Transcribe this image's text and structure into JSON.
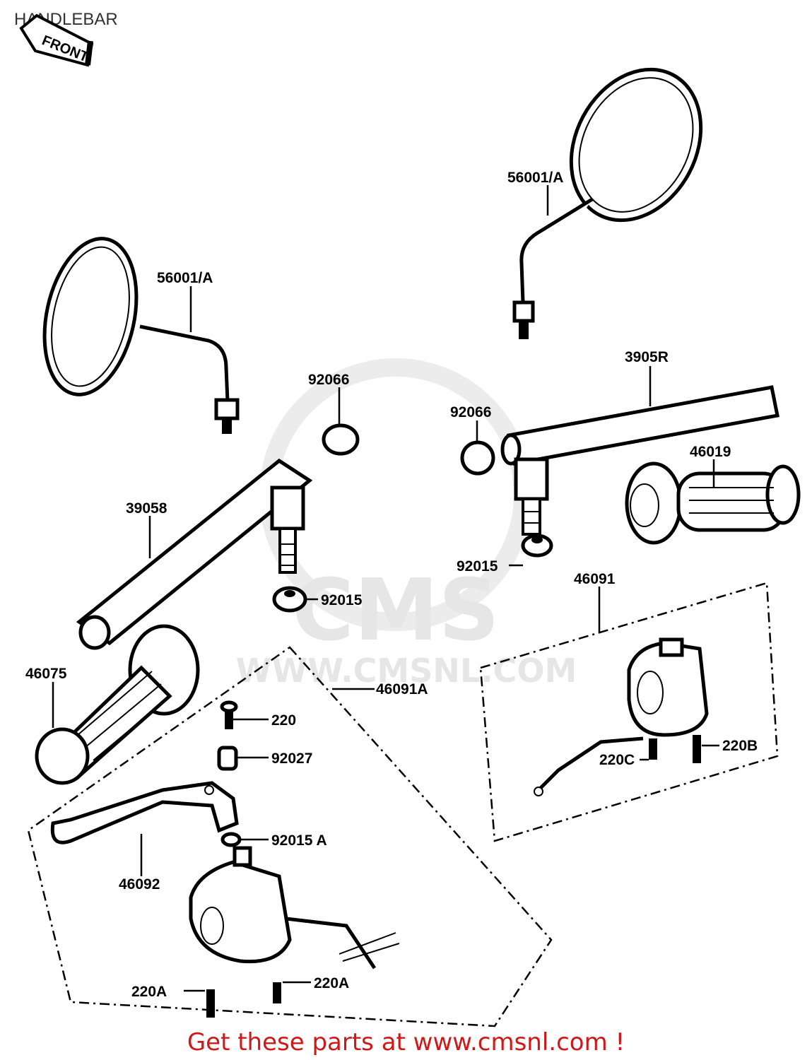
{
  "page": {
    "title": "HANDLEBAR",
    "footer": "Get these parts at www.cmsnl.com !"
  },
  "front_arrow": {
    "text": "FRONT"
  },
  "watermark": {
    "logo": "CMS",
    "url": "WWW.CMSNL.COM"
  },
  "labels": {
    "mirror_left": "56001/A",
    "mirror_right": "56001/A",
    "handlebar_left": "39058",
    "handlebar_right": "3905R",
    "cap_left": "92066",
    "cap_right": "92066",
    "nut_left": "92015",
    "nut_right": "92015",
    "grip_left": "46075",
    "grip_right": "46019",
    "switch_right": "46091",
    "switch_left_assembly": "46091A",
    "screw_220": "220",
    "collar": "92027",
    "washer": "92015 A",
    "lever": "46092",
    "screw_220a_left": "220A",
    "screw_220a_right": "220A",
    "screw_220b": "220B",
    "screw_220c": "220C"
  }
}
